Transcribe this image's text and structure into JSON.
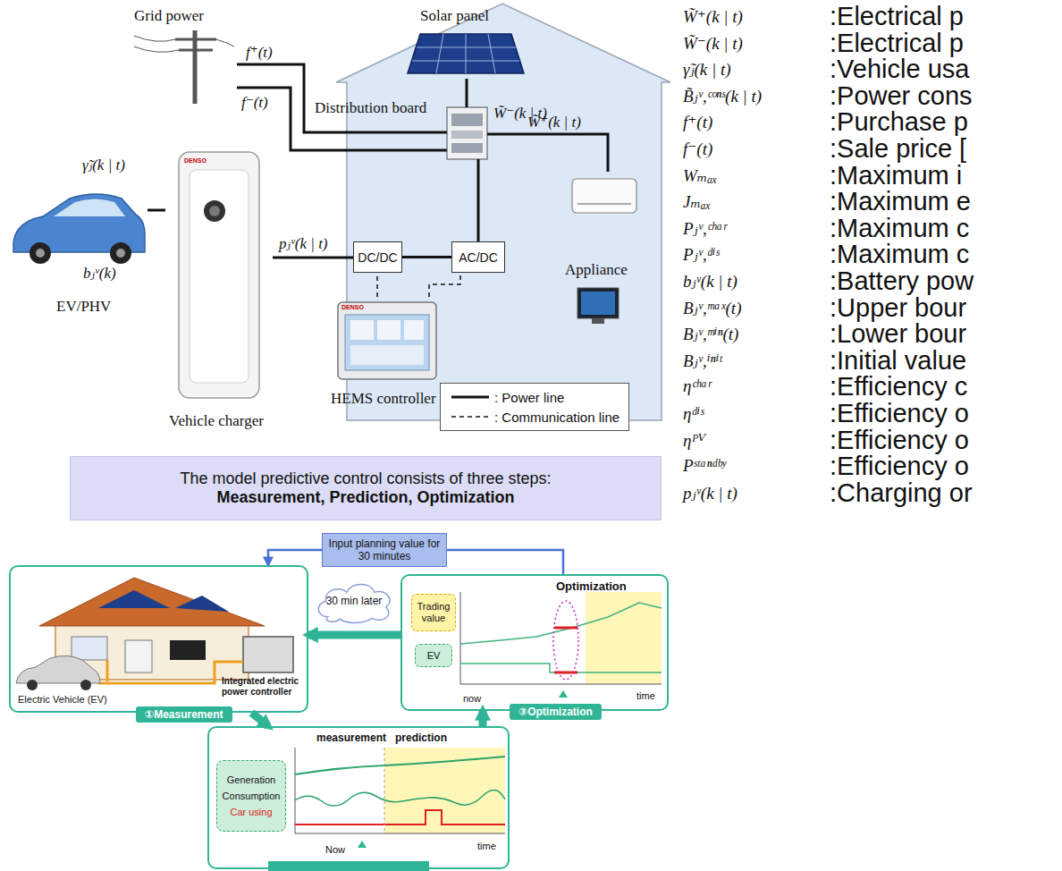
{
  "diagram": {
    "nodes": [
      {
        "text": [
          "Grid power"
        ]
      },
      {
        "text": [
          "Solar panel"
        ]
      },
      {
        "text": [
          "Distribution board"
        ]
      },
      {
        "text": [
          "Appliance"
        ]
      },
      {
        "text": [
          "Vehicle charger"
        ]
      },
      {
        "text": [
          "bⱼᵛ(k)",
          "EV/PHV"
        ]
      },
      {
        "text": [
          "DC/DC"
        ]
      },
      {
        "text": [
          "AC/DC"
        ]
      },
      {
        "text": [
          "HEMS controller"
        ]
      },
      {
        "text": [
          "The model predictive control consists of three steps:",
          "Measurement, Prediction, Optimization"
        ]
      },
      {
        "text": [
          "Electric Vehicle (EV)",
          "Integrated electric power controller",
          "①Measurement"
        ]
      },
      {
        "text": [
          "measurement",
          "prediction",
          "Now",
          "time"
        ]
      },
      {
        "text": [
          "Generation",
          "Consumption",
          "Car using"
        ],
        "in": 11
      },
      {
        "text": [
          "Optimization",
          "now",
          "time",
          "③Optimization"
        ]
      },
      {
        "text": [
          "Trading value"
        ],
        "in": 13
      },
      {
        "text": [
          "EV"
        ],
        "in": 13
      },
      {
        "text": [
          "Input planning value for 30 minutes"
        ]
      },
      {
        "text": [
          "30 min later"
        ]
      }
    ],
    "edges": [
      {
        "from": 0,
        "to": 2,
        "label": "f⁺(t)",
        "arrow": "none"
      },
      {
        "from": 0,
        "to": 2,
        "label": "f⁻(t)",
        "arrow": "none"
      },
      {
        "from": 1,
        "to": 2,
        "label": "W̃⁻(k | t)",
        "arrow": "none"
      },
      {
        "from": 2,
        "to": 3,
        "label": "W̃⁺(k | t)",
        "arrow": "none"
      },
      {
        "from": 4,
        "to": 6,
        "label": "pⱼᵛ(k | t)",
        "arrow": "none"
      },
      {
        "from": 6,
        "to": 7,
        "arrow": "none"
      },
      {
        "from": 7,
        "to": 2,
        "arrow": "none"
      },
      {
        "from": 8,
        "to": 6,
        "arrow": "none"
      },
      {
        "from": 8,
        "to": 7,
        "arrow": "none"
      },
      {
        "from": 5,
        "to": 4,
        "label": "γ̃ⱼ(k | t)",
        "arrow": "none"
      },
      {
        "from": 13,
        "to": 16,
        "arrow": "none"
      },
      {
        "from": 16,
        "to": 10,
        "arrow": "to"
      },
      {
        "from": 13,
        "to": 10,
        "arrow": "to"
      },
      {
        "from": 10,
        "to": 11,
        "arrow": "to"
      },
      {
        "from": 11,
        "to": 13,
        "arrow": "to"
      }
    ],
    "labels": [
      "DENSO",
      "DENSO",
      "W̃⁺(k | t)",
      ":Electrical p",
      "W̃⁻(k | t)",
      ":Electrical p",
      "γ̃ⱼ(k | t)",
      ":Vehicle usa",
      "B̃ⱼᵛ,ᶜᵒⁿˢ(k | t)",
      ":Power cons",
      "f⁺(t)",
      ":Purchase p",
      "f⁻(t)",
      ":Sale price [",
      "Wₘₐₓ",
      ":Maximum i",
      "Jₘₐₓ",
      ":Maximum e",
      "Pⱼᵛ,ᶜʰᵃʳ",
      ":Maximum c",
      "Pⱼᵛ,ᵈⁱˢ",
      ":Maximum c",
      "bⱼᵛ(k | t)",
      ":Battery pow",
      "Bⱼᵛ,ᵐᵃˣ(t)",
      ":Upper bour",
      "Bⱼᵛ,ᵐⁱⁿ(t)",
      ":Lower bour",
      "Bⱼᵛ,ⁱⁿⁱᵗ",
      ":Initial value",
      "ηᶜʰᵃʳ",
      ":Efficiency c",
      "ηᵈⁱˢ",
      ":Efficiency o",
      "ηᴾⱽ",
      ":Efficiency o",
      "Pˢᵗᵃⁿᵈᵇʸ",
      ":Efficiency o",
      "pⱼᵛ(k | t)",
      ":Charging or"
    ],
    "legend": [
      {
        "text": ": Power line"
      },
      {
        "text": ": Communication line"
      }
    ]
  }
}
